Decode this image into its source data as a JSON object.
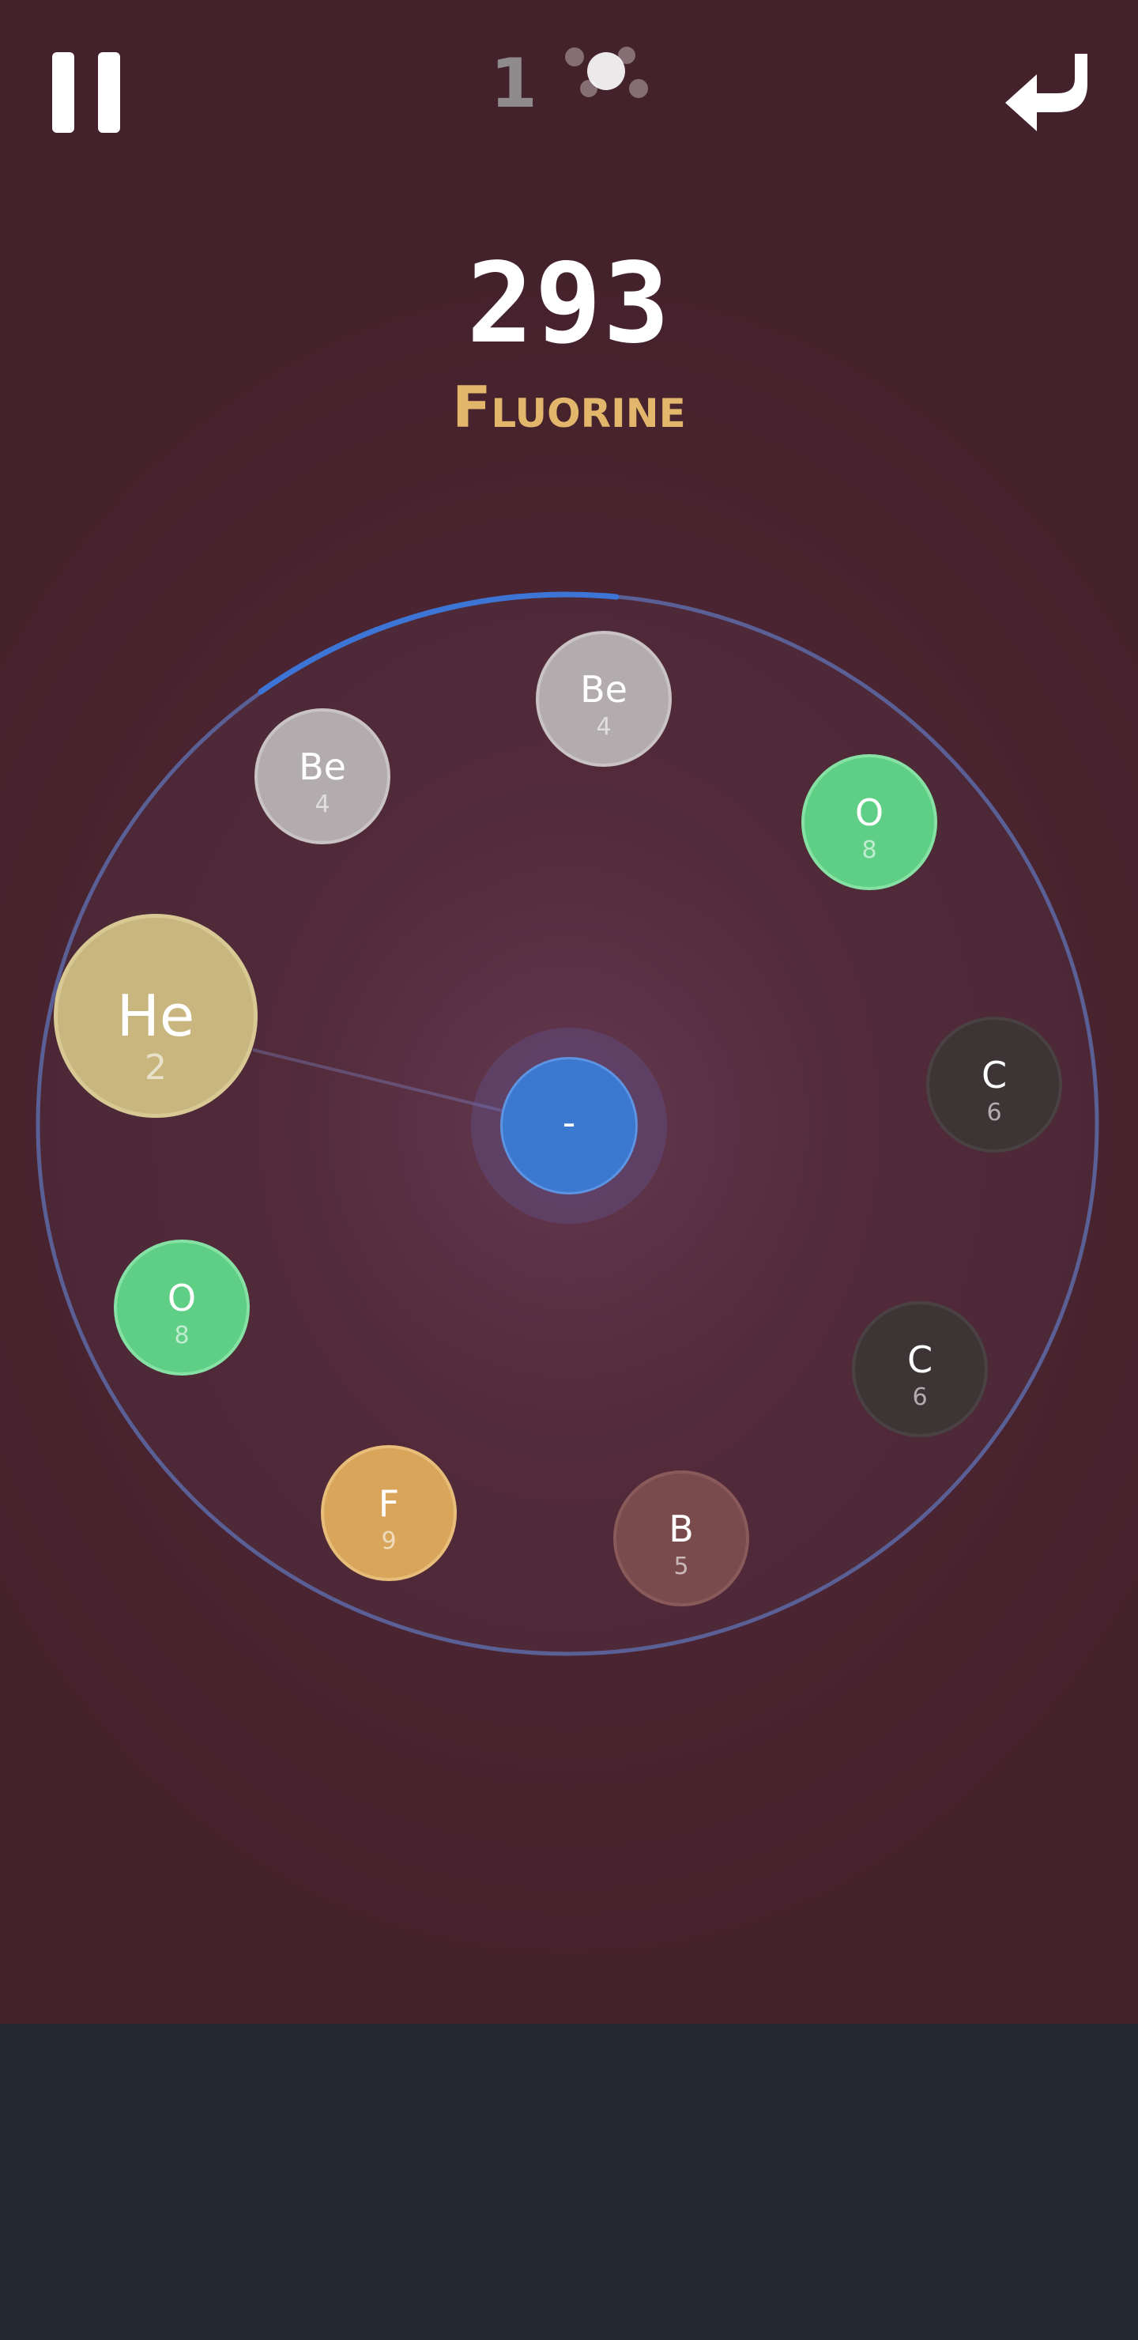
{
  "header": {
    "counter": "1",
    "pause_icon": "pause-icon",
    "electron_icon": "electron-orbit-icon",
    "undo_icon": "undo-arrow-icon"
  },
  "score": {
    "value": "293",
    "element_name": "Fluorine"
  },
  "colors": {
    "background": "#4a2430",
    "bottom_bar": "#252933",
    "ring": "#5a5f95",
    "ring_progress": "#3c75d6",
    "element_name": "#e3b76b",
    "beryllium": "#b3acae",
    "oxygen": "#5fcf86",
    "carbon": "#3d3436",
    "boron": "#7a4b4c",
    "fluorine": "#d9a55b",
    "helium": "#c8b67e",
    "center_particle": "#3b78d0"
  },
  "center": {
    "symbol": "-"
  },
  "atoms": [
    {
      "symbol": "Be",
      "number": "4"
    },
    {
      "symbol": "O",
      "number": "8"
    },
    {
      "symbol": "C",
      "number": "6"
    },
    {
      "symbol": "C",
      "number": "6"
    },
    {
      "symbol": "B",
      "number": "5"
    },
    {
      "symbol": "F",
      "number": "9"
    },
    {
      "symbol": "O",
      "number": "8"
    },
    {
      "symbol": "He",
      "number": "2"
    },
    {
      "symbol": "Be",
      "number": "4"
    }
  ]
}
